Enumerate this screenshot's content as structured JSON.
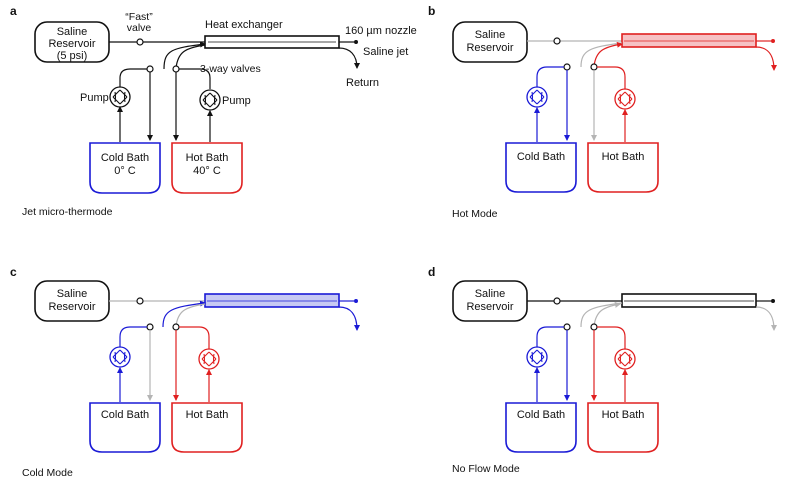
{
  "colors": {
    "cold": "#1a1ad6",
    "hot": "#e02020",
    "off": "#b4b4b4",
    "line": "#111111",
    "hot_fill": "#f6c1c4",
    "cold_fill": "#c7c9f3"
  },
  "icons": [
    "pump-impeller-icon",
    "valve-circle-icon",
    "nozzle-dot-icon"
  ],
  "panels": [
    {
      "letter": "a",
      "caption": "Jet micro-thermode",
      "reservoir": [
        "Saline",
        "Reservoir",
        "(5 psi)"
      ],
      "fast_valve": [
        "“Fast”",
        "valve"
      ],
      "heat_exchanger": "Heat exchanger",
      "nozzle": "160 µm nozzle",
      "saline_jet": "Saline jet",
      "return": "Return",
      "three_way": "3-way valves",
      "pump_left": "Pump",
      "pump_right": "Pump",
      "cold_bath": [
        "Cold Bath",
        "0° C"
      ],
      "hot_bath": [
        "Hot Bath",
        "40° C"
      ]
    },
    {
      "letter": "b",
      "caption": "Hot Mode",
      "reservoir": [
        "Saline",
        "Reservoir"
      ],
      "cold_bath": "Cold Bath",
      "hot_bath": "Hot Bath"
    },
    {
      "letter": "c",
      "caption": "Cold Mode",
      "reservoir": [
        "Saline",
        "Reservoir"
      ],
      "cold_bath": "Cold Bath",
      "hot_bath": "Hot Bath"
    },
    {
      "letter": "d",
      "caption": "No Flow Mode",
      "reservoir": [
        "Saline",
        "Reservoir"
      ],
      "cold_bath": "Cold Bath",
      "hot_bath": "Hot Bath"
    }
  ]
}
